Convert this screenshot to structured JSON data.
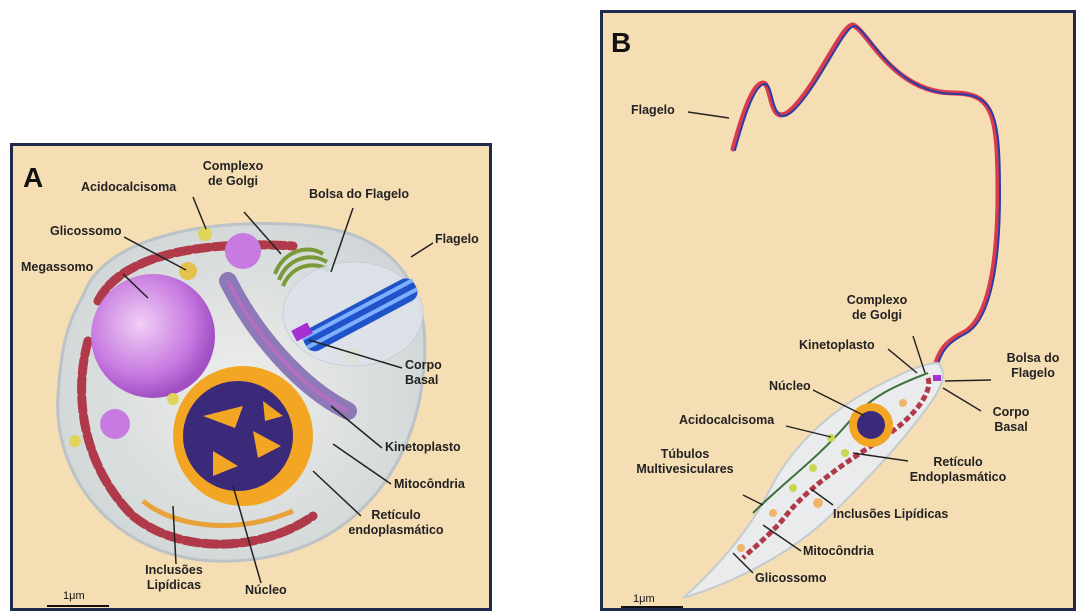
{
  "panel_a": {
    "letter": "A",
    "labels": {
      "acidocalcisoma": "Acidocalcisoma",
      "golgi_1": "Complexo",
      "golgi_2": "de Golgi",
      "bolsa": "Bolsa do Flagelo",
      "flagelo": "Flagelo",
      "glicossomo": "Glicossomo",
      "megassomo": "Megassomo",
      "corpo_1": "Corpo",
      "corpo_2": "Basal",
      "kinetoplasto": "Kinetoplasto",
      "mitocondria": "Mitocôndria",
      "reticulo_1": "Retículo",
      "reticulo_2": "endoplasmático",
      "inclusoes_1": "Inclusões",
      "inclusoes_2": "Lipídicas",
      "nucleo": "Núcleo"
    },
    "scale": "1μm"
  },
  "panel_b": {
    "letter": "B",
    "labels": {
      "flagelo": "Flagelo",
      "golgi_1": "Complexo",
      "golgi_2": "de Golgi",
      "kinetoplasto": "Kinetoplasto",
      "bolsa_1": "Bolsa do",
      "bolsa_2": "Flagelo",
      "nucleo": "Núcleo",
      "corpo_1": "Corpo",
      "corpo_2": "Basal",
      "acidocalcisoma": "Acidocalcisoma",
      "tubulos_1": "Túbulos",
      "tubulos_2": "Multivesiculares",
      "reticulo_1": "Retículo",
      "reticulo_2": "Endoplasmático",
      "inclusoes": "Inclusões Lipídicas",
      "mitocondria": "Mitocôndria",
      "glicossomo": "Glicossomo"
    },
    "scale": "1μm"
  },
  "colors": {
    "panel_bg": "#f6deb4",
    "border": "#1e2b4e",
    "mitochondria": "#b03a4a",
    "nucleus": "#3b2a7a",
    "chromatin": "#f2a623",
    "megasome": "#c77ae0",
    "flagellum_red": "#d93a4e",
    "flagellum_blue": "#2a3ea8"
  }
}
